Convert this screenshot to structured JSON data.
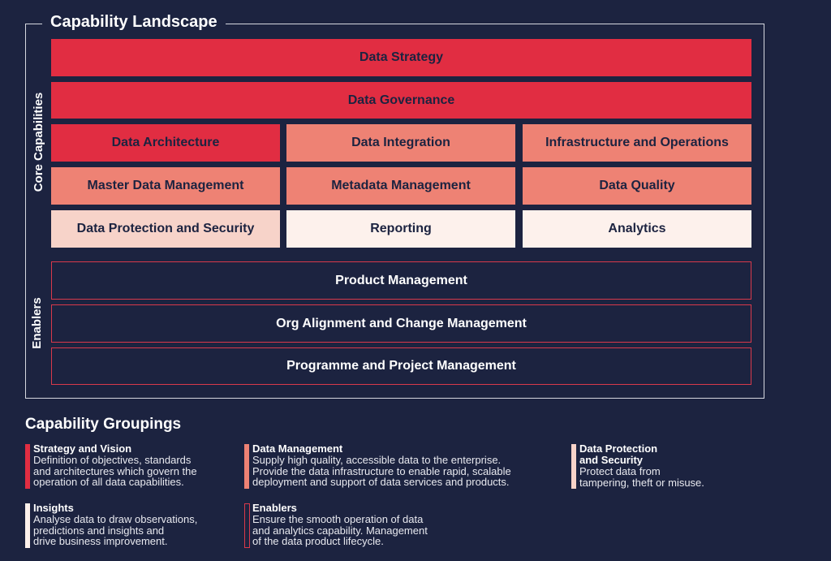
{
  "landscape": {
    "title": "Capability Landscape",
    "core_label": "Core Capabilities",
    "enablers_label": "Enablers",
    "rows": {
      "strategy": "Data Strategy",
      "governance": "Data Governance",
      "architecture": "Data Architecture",
      "integration": "Data Integration",
      "infrastructure": "Infrastructure and Operations",
      "master_data": "Master Data Management",
      "metadata": "Metadata Management",
      "quality": "Data Quality",
      "protection": "Data Protection and Security",
      "reporting": "Reporting",
      "analytics": "Analytics"
    },
    "enablers": {
      "product": "Product Management",
      "org": "Org Alignment and Change Management",
      "programme": "Programme and Project Management"
    }
  },
  "groupings": {
    "title": "Capability Groupings",
    "strategy_vision": {
      "title": "Strategy and Vision",
      "desc": "Definition of objectives, standards\nand architectures which govern the\noperation of all data capabilities."
    },
    "data_management": {
      "title": "Data Management",
      "desc": "Supply high quality, accessible data to the enterprise.\nProvide the data infrastructure to enable rapid, scalable\ndeployment and support of data services and products."
    },
    "data_protection": {
      "title": "Data Protection\nand Security",
      "desc": "Protect data from\ntampering, theft or misuse."
    },
    "insights": {
      "title": "Insights",
      "desc": "Analyse data to draw observations,\npredictions and insights and\ndrive business improvement."
    },
    "enablers": {
      "title": "Enablers",
      "desc": "Ensure the smooth operation of data\nand analytics capability. Management\nof the data product lifecycle."
    }
  },
  "colors": {
    "background": "#1c2340",
    "red": "#e12d42",
    "salmon": "#ee8274",
    "pale": "#f7d3c9",
    "light": "#fdf1ec",
    "enabler_border": "#d9394b"
  }
}
